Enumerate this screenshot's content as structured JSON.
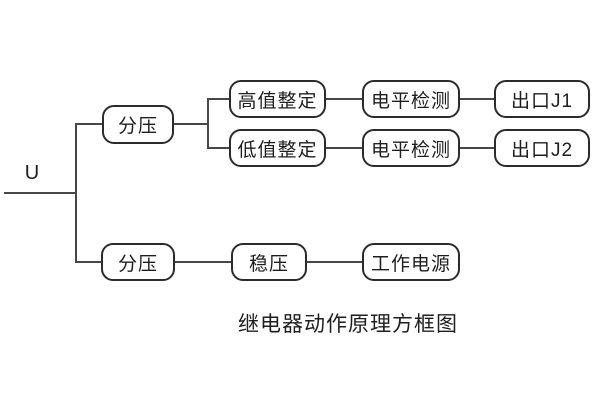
{
  "diagram": {
    "caption": "继电器动作原理方框图",
    "input_label": "U",
    "nodes": [
      {
        "id": "divider-top",
        "label": "分压"
      },
      {
        "id": "high-setting",
        "label": "高值整定"
      },
      {
        "id": "level-detect-1",
        "label": "电平检测"
      },
      {
        "id": "output-j1",
        "label": "出口J1"
      },
      {
        "id": "low-setting",
        "label": "低值整定"
      },
      {
        "id": "level-detect-2",
        "label": "电平检测"
      },
      {
        "id": "output-j2",
        "label": "出口J2"
      },
      {
        "id": "divider-bottom",
        "label": "分压"
      },
      {
        "id": "regulator",
        "label": "稳压"
      },
      {
        "id": "power-supply",
        "label": "工作电源"
      }
    ],
    "colors": {
      "background": "#ffffff",
      "connector": "#474747",
      "box_border": "#2b2b2b",
      "text": "#1e1e1e"
    }
  }
}
